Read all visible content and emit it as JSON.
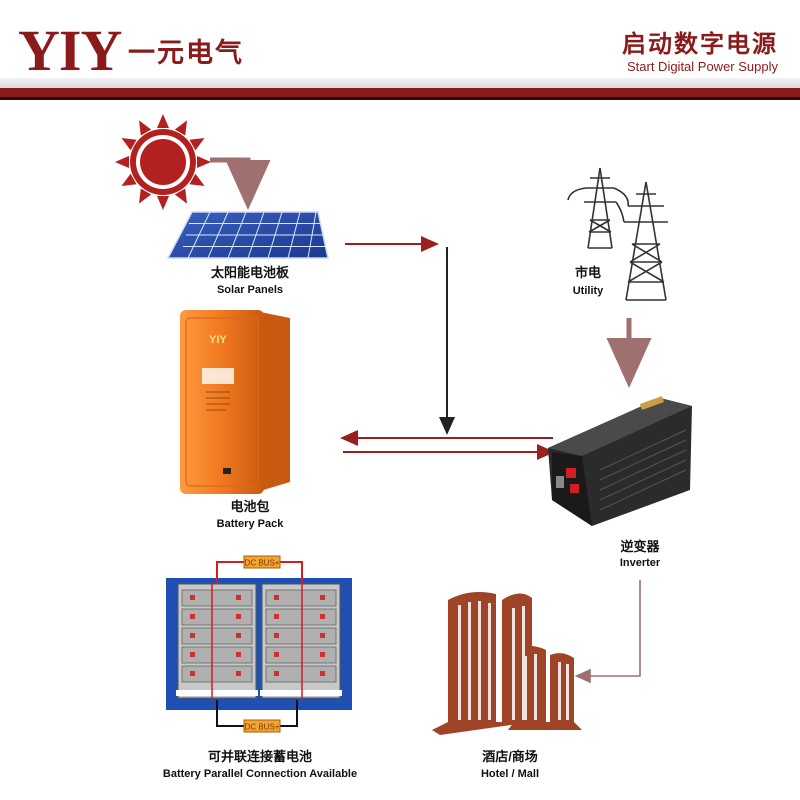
{
  "header": {
    "brand": "YIY",
    "brand_cn": "一元电气",
    "slogan_cn": "启动数字电源",
    "slogan_en": "Start Digital Power Supply"
  },
  "nodes": {
    "solar": {
      "cn": "太阳能电池板",
      "en": "Solar Panels"
    },
    "utility": {
      "cn": "市电",
      "en": "Utility"
    },
    "battery_pack": {
      "cn": "电池包",
      "en": "Battery Pack",
      "device_logo": "YIY"
    },
    "inverter": {
      "cn": "逆变器",
      "en": "Inverter"
    },
    "battery_parallel": {
      "cn": "可并联连接蓄电池",
      "en": "Battery Parallel Connection Available",
      "bus_label": "DC BUS+"
    },
    "hotel_mall": {
      "cn": "酒店/商场",
      "en": "Hotel / Mall"
    }
  },
  "colors": {
    "brand_red": "#8b1a1a",
    "flow_line": "#9a2020",
    "utility_flow": "#a07070",
    "battery_orange": "#f07820",
    "rack_blue": "#1f4fb2",
    "building": "#a04428",
    "sun": "#b32020"
  }
}
